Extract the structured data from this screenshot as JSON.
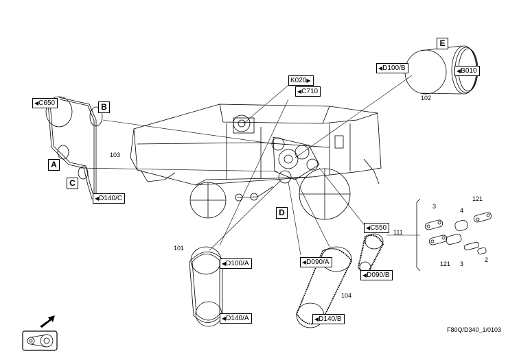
{
  "ref_labels": {
    "c650": "C650",
    "k020": "K020",
    "c710": "C710",
    "d100b": "D100/B",
    "b010": "B010",
    "d140c": "D140/C",
    "c550": "C550",
    "d090b": "D090/B",
    "d100a": "D100/A",
    "d140a": "D140/A",
    "d090a": "D090/A",
    "d140b": "D140/B"
  },
  "letter_labels": {
    "a": "A",
    "b": "B",
    "c": "C",
    "d": "D",
    "e": "E"
  },
  "part_numbers": {
    "n101": "101",
    "n102": "102",
    "n103": "103",
    "n104": "104",
    "n111": "111",
    "n121_top": "121",
    "n121_bottom": "121",
    "n3_top": "3",
    "n3_bottom": "3",
    "n4": "4",
    "n2": "2"
  },
  "figure_code": "F80Q/D340_1/0103",
  "icons": {
    "arrow": "direction-arrow-icon",
    "belt": "belt-drive-icon"
  }
}
